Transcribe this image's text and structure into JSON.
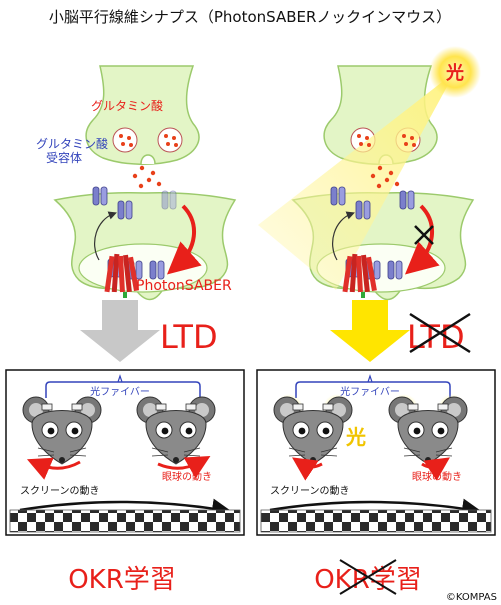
{
  "title": "小脳平行線維シナプス（PhotonSABERノックインマウス）",
  "labels": {
    "glutamate": "グルタミン酸",
    "receptor_line1": "グルタミン酸",
    "receptor_line2": "受容体",
    "protein": "PhotonSABER",
    "light": "光",
    "ltd": "LTD",
    "ltd_crossed": "LTD",
    "fiber": "光ファイバー",
    "screen_motion": "スクリーンの動き",
    "eye_motion": "眼球の動き",
    "okr": "OKR学習",
    "okr_crossed": "OKR学習",
    "copyright": "©KOMPAS"
  },
  "colors": {
    "membrane_fill": "#e3f5c6",
    "membrane_stroke": "#9cca6c",
    "receptor": "#7b7fcc",
    "glutamate_dot": "#e8401a",
    "photonsaber": "#e0302a",
    "light_yellow": "#ffe14d",
    "arrow_gray": "#c8c8c8",
    "text_red": "#e8201a",
    "fiber_blue": "#3344bb",
    "cross_black": "#111111"
  }
}
